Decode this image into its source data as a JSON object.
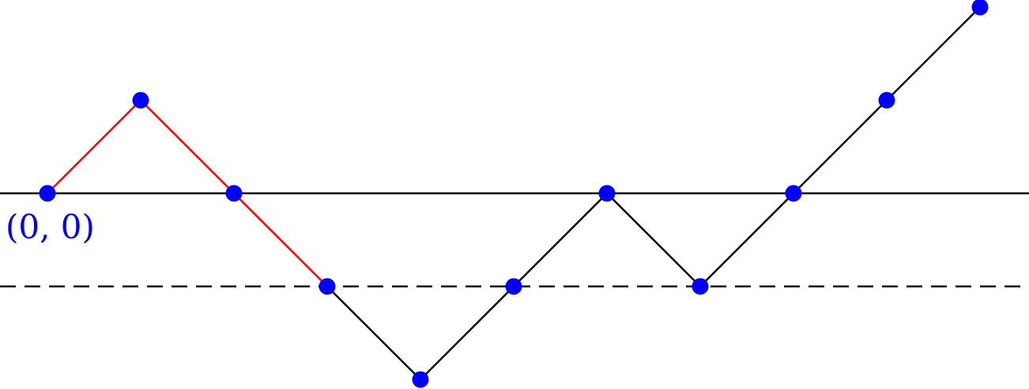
{
  "diagram": {
    "origin_label": "(0, 0)",
    "colors": {
      "axis": "#000000",
      "highlight_path": "#ff0000",
      "path": "#000000",
      "vertex": "#0000ff",
      "label": "#0000ff"
    },
    "horizontal_line_level": 0,
    "dashed_line_level": -1,
    "highlighted_steps": 3,
    "path_points": [
      [
        0,
        0
      ],
      [
        1,
        1
      ],
      [
        2,
        0
      ],
      [
        3,
        -1
      ],
      [
        4,
        -2
      ],
      [
        5,
        -1
      ],
      [
        6,
        0
      ],
      [
        7,
        -1
      ],
      [
        8,
        0
      ],
      [
        9,
        1
      ],
      [
        10,
        2
      ]
    ]
  }
}
